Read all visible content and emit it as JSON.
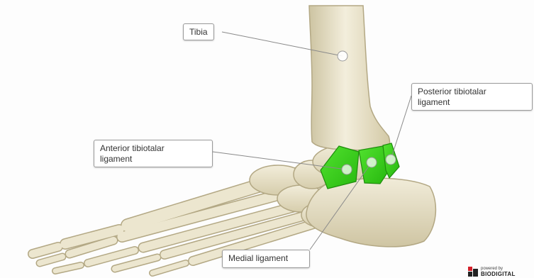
{
  "viewer": {
    "background": "#fdfdfd",
    "bone_color": "#ece6cf",
    "bone_shadow": "#bfb492",
    "ligament_color": "#39d11c",
    "ligament_edge": "#1f8c0d"
  },
  "labels": {
    "tibia": {
      "lines": [
        "Tibia"
      ]
    },
    "posterior_tibiotalar": {
      "lines": [
        "Posterior tibiotalar",
        "ligament"
      ]
    },
    "anterior_tibiotalar": {
      "lines": [
        "Anterior tibiotalar",
        "ligament"
      ]
    },
    "medial": {
      "lines": [
        "Medial ligament"
      ]
    }
  },
  "icons": {
    "pin": "label-pin-icon",
    "brand": "biodigital-logo-icon"
  },
  "branding": {
    "powered_by": "powered by",
    "name": "BIODIGITAL",
    "icon_color": "#d4202a"
  }
}
